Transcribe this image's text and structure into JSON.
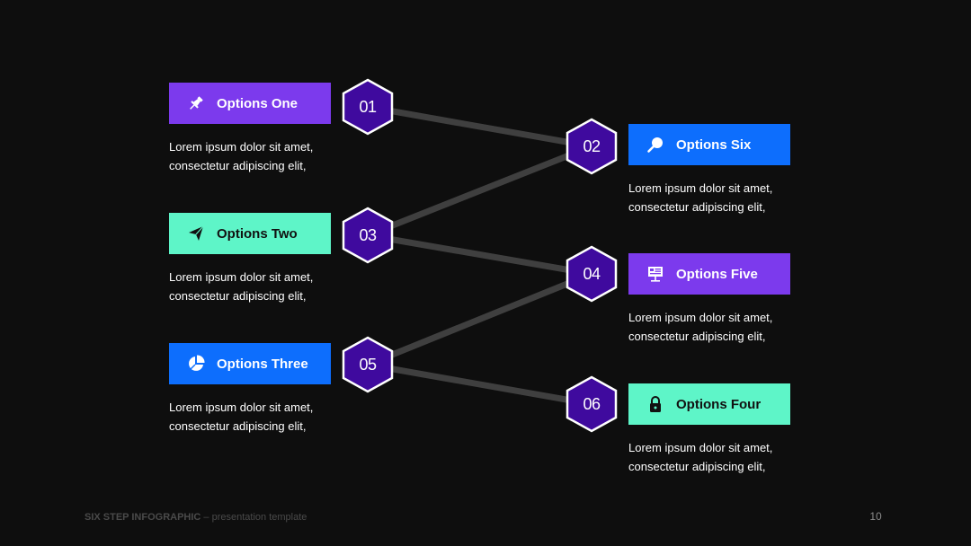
{
  "colors": {
    "background": "#0e0e0e",
    "purple": "#7c3aed",
    "mint": "#5ef5c8",
    "blue": "#0d6efd",
    "hex_fill": "#3f0a9e",
    "hex_stroke": "#ffffff",
    "connector": "#3f3f3f"
  },
  "steps": [
    {
      "number": "01",
      "title": "Options One",
      "icon": "pushpin-icon",
      "color": "purple",
      "line1": "Lorem ipsum dolor sit amet,",
      "line2": "consectetur adipiscing elit,"
    },
    {
      "number": "02",
      "title": "Options Six",
      "icon": "magnifier-icon",
      "color": "blue",
      "line1": "Lorem ipsum dolor sit amet,",
      "line2": "consectetur adipiscing elit,"
    },
    {
      "number": "03",
      "title": "Options Two",
      "icon": "paper-plane-icon",
      "color": "mint",
      "line1": "Lorem ipsum dolor sit amet,",
      "line2": "consectetur adipiscing elit,"
    },
    {
      "number": "04",
      "title": "Options Five",
      "icon": "presentation-board-icon",
      "color": "purple",
      "line1": "Lorem ipsum dolor sit amet,",
      "line2": "consectetur adipiscing elit,"
    },
    {
      "number": "05",
      "title": "Options Three",
      "icon": "pie-chart-icon",
      "color": "blue",
      "line1": "Lorem ipsum dolor sit amet,",
      "line2": "consectetur adipiscing elit,"
    },
    {
      "number": "06",
      "title": "Options Four",
      "icon": "padlock-icon",
      "color": "mint",
      "line1": "Lorem ipsum dolor sit amet,",
      "line2": "consectetur adipiscing elit,"
    }
  ],
  "footer": {
    "brand": "SIX STEP INFOGRAPHIC",
    "subtitle": " – presentation template",
    "page_number": "10"
  }
}
